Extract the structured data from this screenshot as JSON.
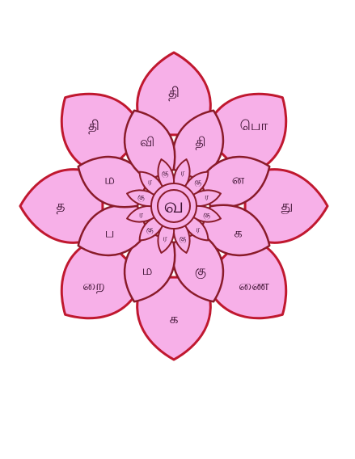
{
  "colors": {
    "petal_fill": "#f7b0e8",
    "petal_stroke": "#c0182f",
    "inner_stroke": "#8a1b2a",
    "text": "#3b1030",
    "background": "#ffffff"
  },
  "lotus": {
    "center": "வ",
    "outer_petals": [
      "தி",
      "பொ",
      "து",
      "ணை",
      "க",
      "றை",
      "த",
      "தி"
    ],
    "middle_petals": [
      "தி",
      "ன",
      "க",
      "கு",
      "ம",
      "ப",
      "ம",
      "வி"
    ],
    "inner_petals": [
      "ர",
      "கு",
      "ர",
      "கு",
      "ர",
      "கு",
      "ர",
      "கு",
      "ர",
      "கு",
      "ர",
      "கு"
    ]
  }
}
